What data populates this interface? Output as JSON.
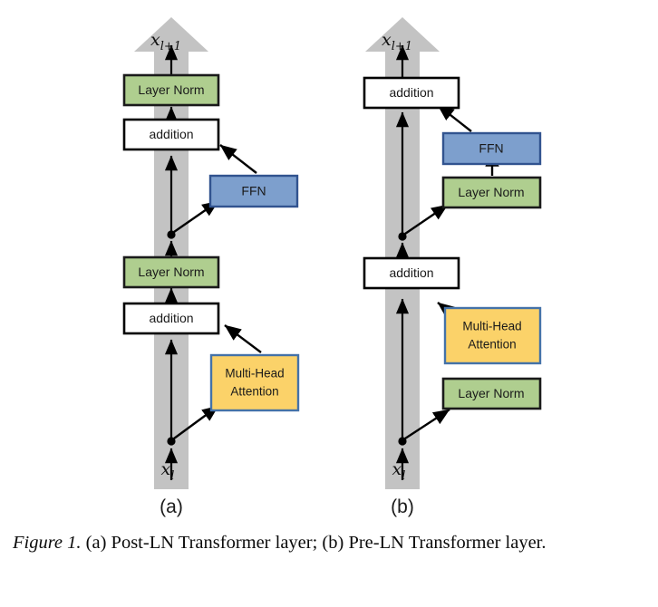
{
  "figure": {
    "caption_prefix": "Figure 1.",
    "caption_text": " (a) Post-LN Transformer layer; (b) Pre-LN Transformer layer."
  },
  "colors": {
    "layer_norm_fill": "#AFCE8F",
    "layer_norm_stroke": "#1a1a1a",
    "ffn_fill": "#7D9FCD",
    "ffn_stroke": "#31538F",
    "attention_fill": "#FBD269",
    "attention_stroke": "#4472A8",
    "addition_fill": "#FFFFFF",
    "addition_stroke": "#000000",
    "residual_arrow_fill": "#C3C3C3",
    "connector_stroke": "#000000",
    "text": "#1a1a1a"
  },
  "panels": [
    {
      "id": "a",
      "label": "(a)",
      "name": "Post-LN Transformer layer",
      "input_label": "x",
      "input_sub": "l",
      "output_label": "x",
      "output_sub": "l+1",
      "blocks": [
        {
          "key": "layer_norm_top",
          "label": "Layer Norm",
          "type": "layer-norm"
        },
        {
          "key": "addition_top",
          "label": "addition",
          "type": "addition"
        },
        {
          "key": "ffn",
          "label": "FFN",
          "type": "ffn"
        },
        {
          "key": "layer_norm_bottom",
          "label": "Layer Norm",
          "type": "layer-norm"
        },
        {
          "key": "addition_bottom",
          "label": "addition",
          "type": "addition"
        },
        {
          "key": "attention",
          "label_line1": "Multi-Head",
          "label_line2": "Attention",
          "type": "attention"
        }
      ]
    },
    {
      "id": "b",
      "label": "(b)",
      "name": "Pre-LN Transformer layer",
      "input_label": "x",
      "input_sub": "l",
      "output_label": "x",
      "output_sub": "l+1",
      "blocks": [
        {
          "key": "addition_top",
          "label": "addition",
          "type": "addition"
        },
        {
          "key": "ffn",
          "label": "FFN",
          "type": "ffn"
        },
        {
          "key": "layer_norm_top",
          "label": "Layer Norm",
          "type": "layer-norm"
        },
        {
          "key": "addition_bottom",
          "label": "addition",
          "type": "addition"
        },
        {
          "key": "attention",
          "label_line1": "Multi-Head",
          "label_line2": "Attention",
          "type": "attention"
        },
        {
          "key": "layer_norm_bottom",
          "label": "Layer Norm",
          "type": "layer-norm"
        }
      ]
    }
  ]
}
